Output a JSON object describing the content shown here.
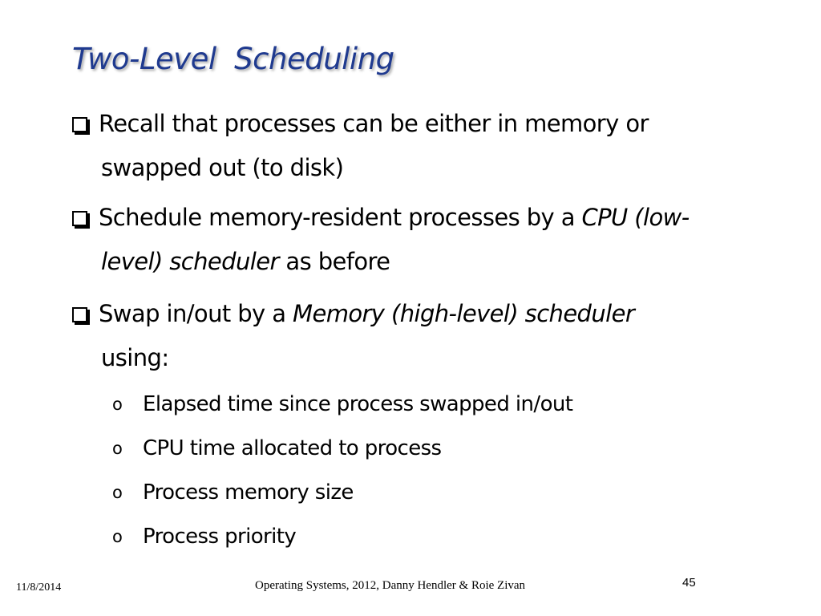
{
  "title": "Two-Level  Scheduling",
  "bullets": [
    {
      "line1": "Recall that processes can be either in memory or",
      "line2": "swapped out (to disk)"
    },
    {
      "line1_pre": "Schedule memory-resident processes by a ",
      "line1_em": "CPU (low-",
      "line2_em": "level) scheduler",
      "line2_post": " as before"
    },
    {
      "line1_pre": "Swap in/out by a ",
      "line1_em": "Memory (high-level) scheduler",
      "line2": "using:"
    }
  ],
  "sub_marker": "o",
  "sub_items": [
    "Elapsed time since process swapped in/out",
    "CPU time allocated to process",
    "Process memory size",
    "Process priority"
  ],
  "footer": {
    "date": "11/8/2014",
    "center": "Operating Systems, 2012, Danny Hendler & Roie Zivan",
    "page": "45"
  },
  "colors": {
    "title": "#1f3a8f",
    "text": "#000000",
    "background": "#ffffff"
  },
  "icons": {
    "bullet": "checkbox-square-icon",
    "sub_bullet": "hollow-circle-icon"
  }
}
